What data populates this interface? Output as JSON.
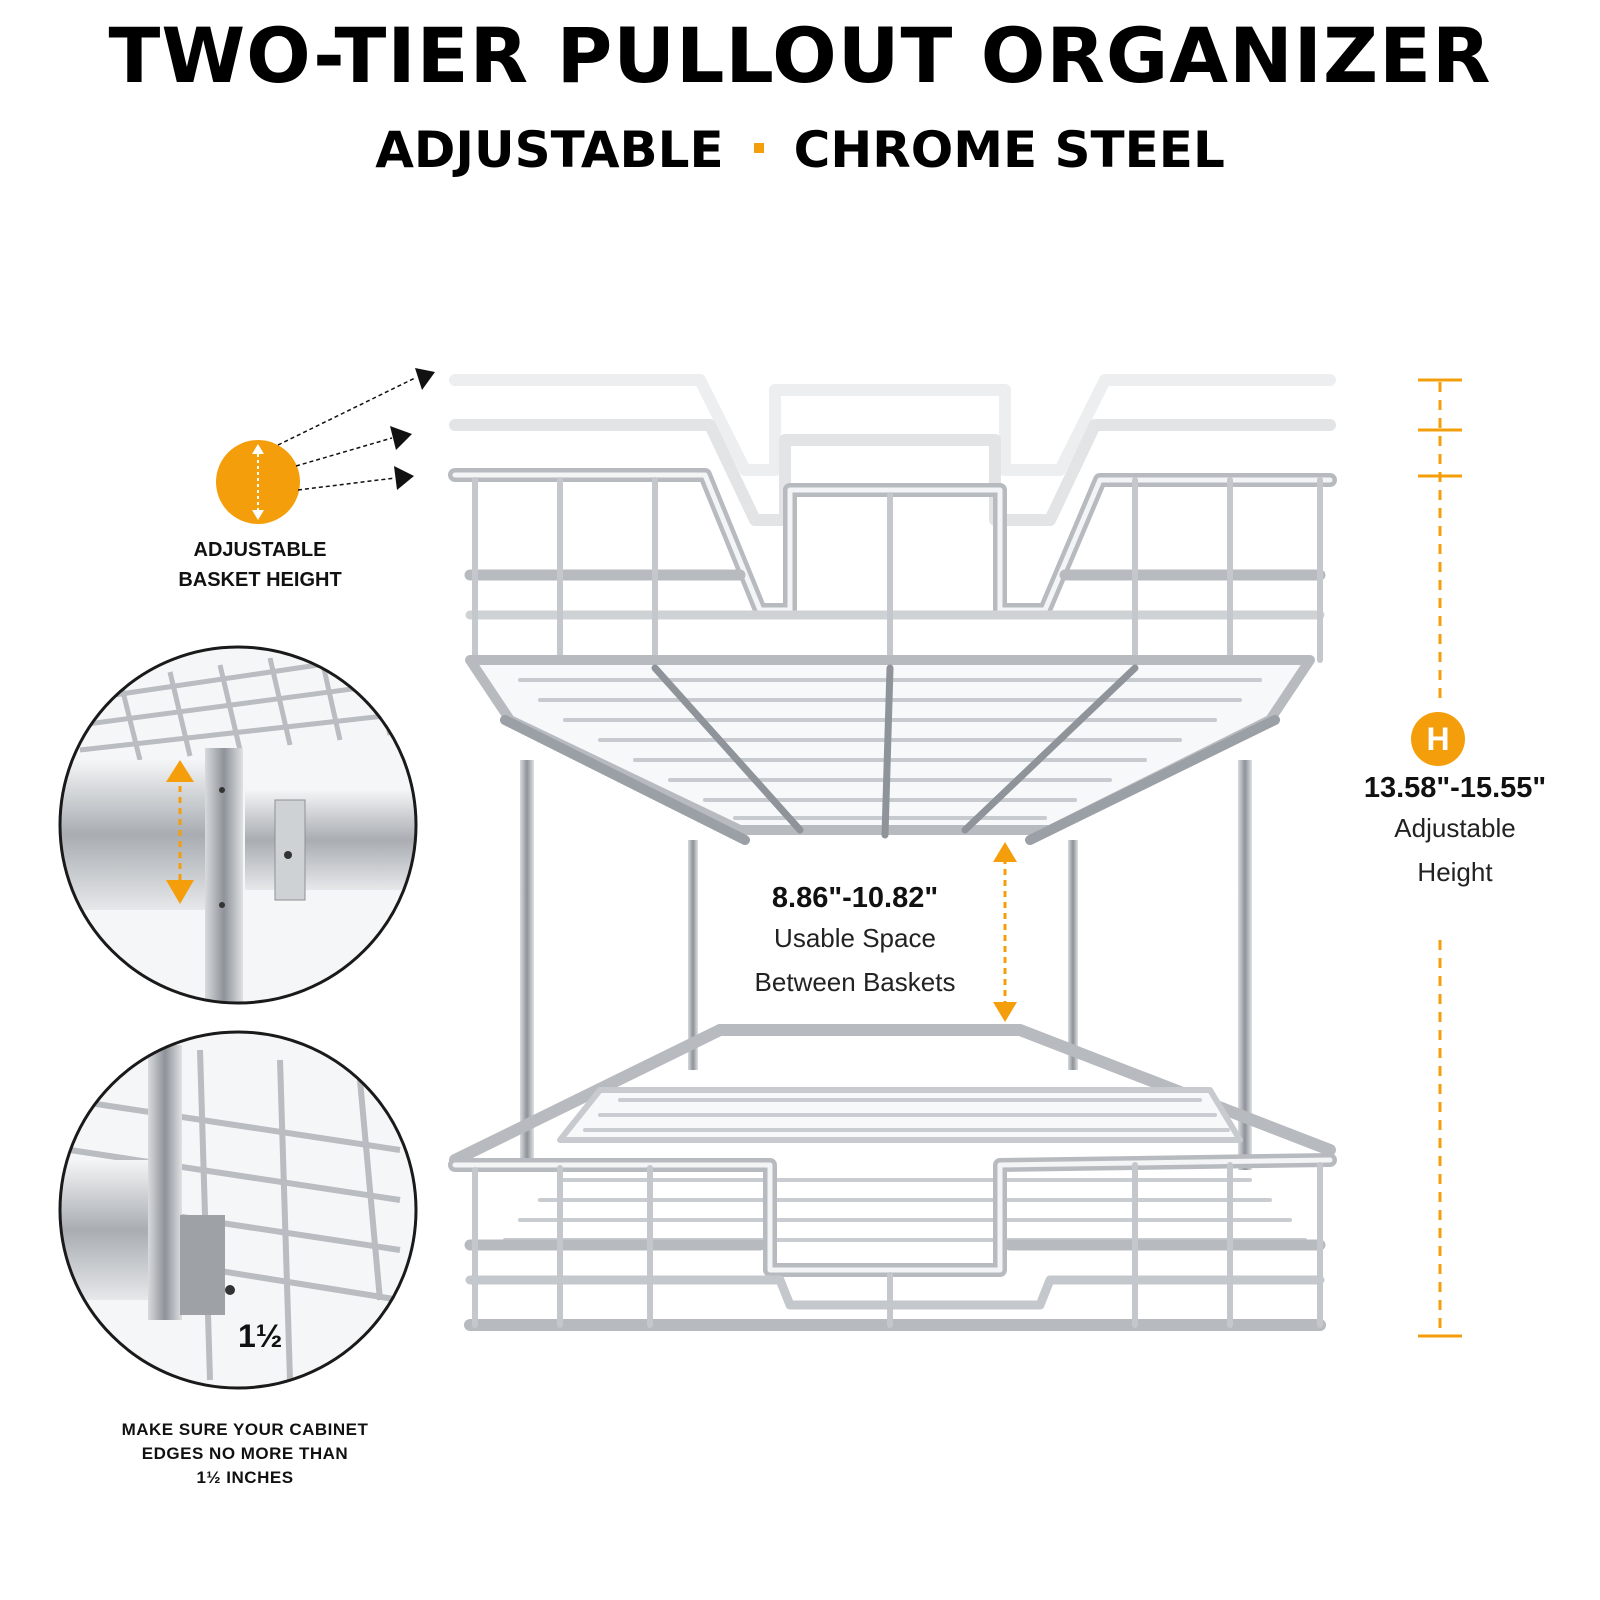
{
  "header": {
    "title": "TWO-TIER PULLOUT ORGANIZER",
    "features": [
      "ADJUSTABLE",
      "CHROME STEEL"
    ]
  },
  "callouts": {
    "adjustable": {
      "lines": [
        "ADJUSTABLE",
        "BASKET HEIGHT"
      ],
      "icon": "adjust-height-icon"
    },
    "edge": {
      "lines": [
        "MAKE SURE YOUR CABINET",
        "EDGES NO MORE THAN",
        "1½ INCHES"
      ],
      "fraction": "1½"
    }
  },
  "dimensions": {
    "usable_space": {
      "value": "8.86\"-10.82\"",
      "line1": "Usable Space",
      "line2": "Between Baskets"
    },
    "height": {
      "value": "13.58\"-15.55\"",
      "line1": "Adjustable",
      "line2": "Height",
      "badge": "H"
    }
  },
  "colors": {
    "accent": "#F59E0B",
    "text": "#111111",
    "chrome": "#C9CCD0",
    "background": "#FFFFFF"
  }
}
